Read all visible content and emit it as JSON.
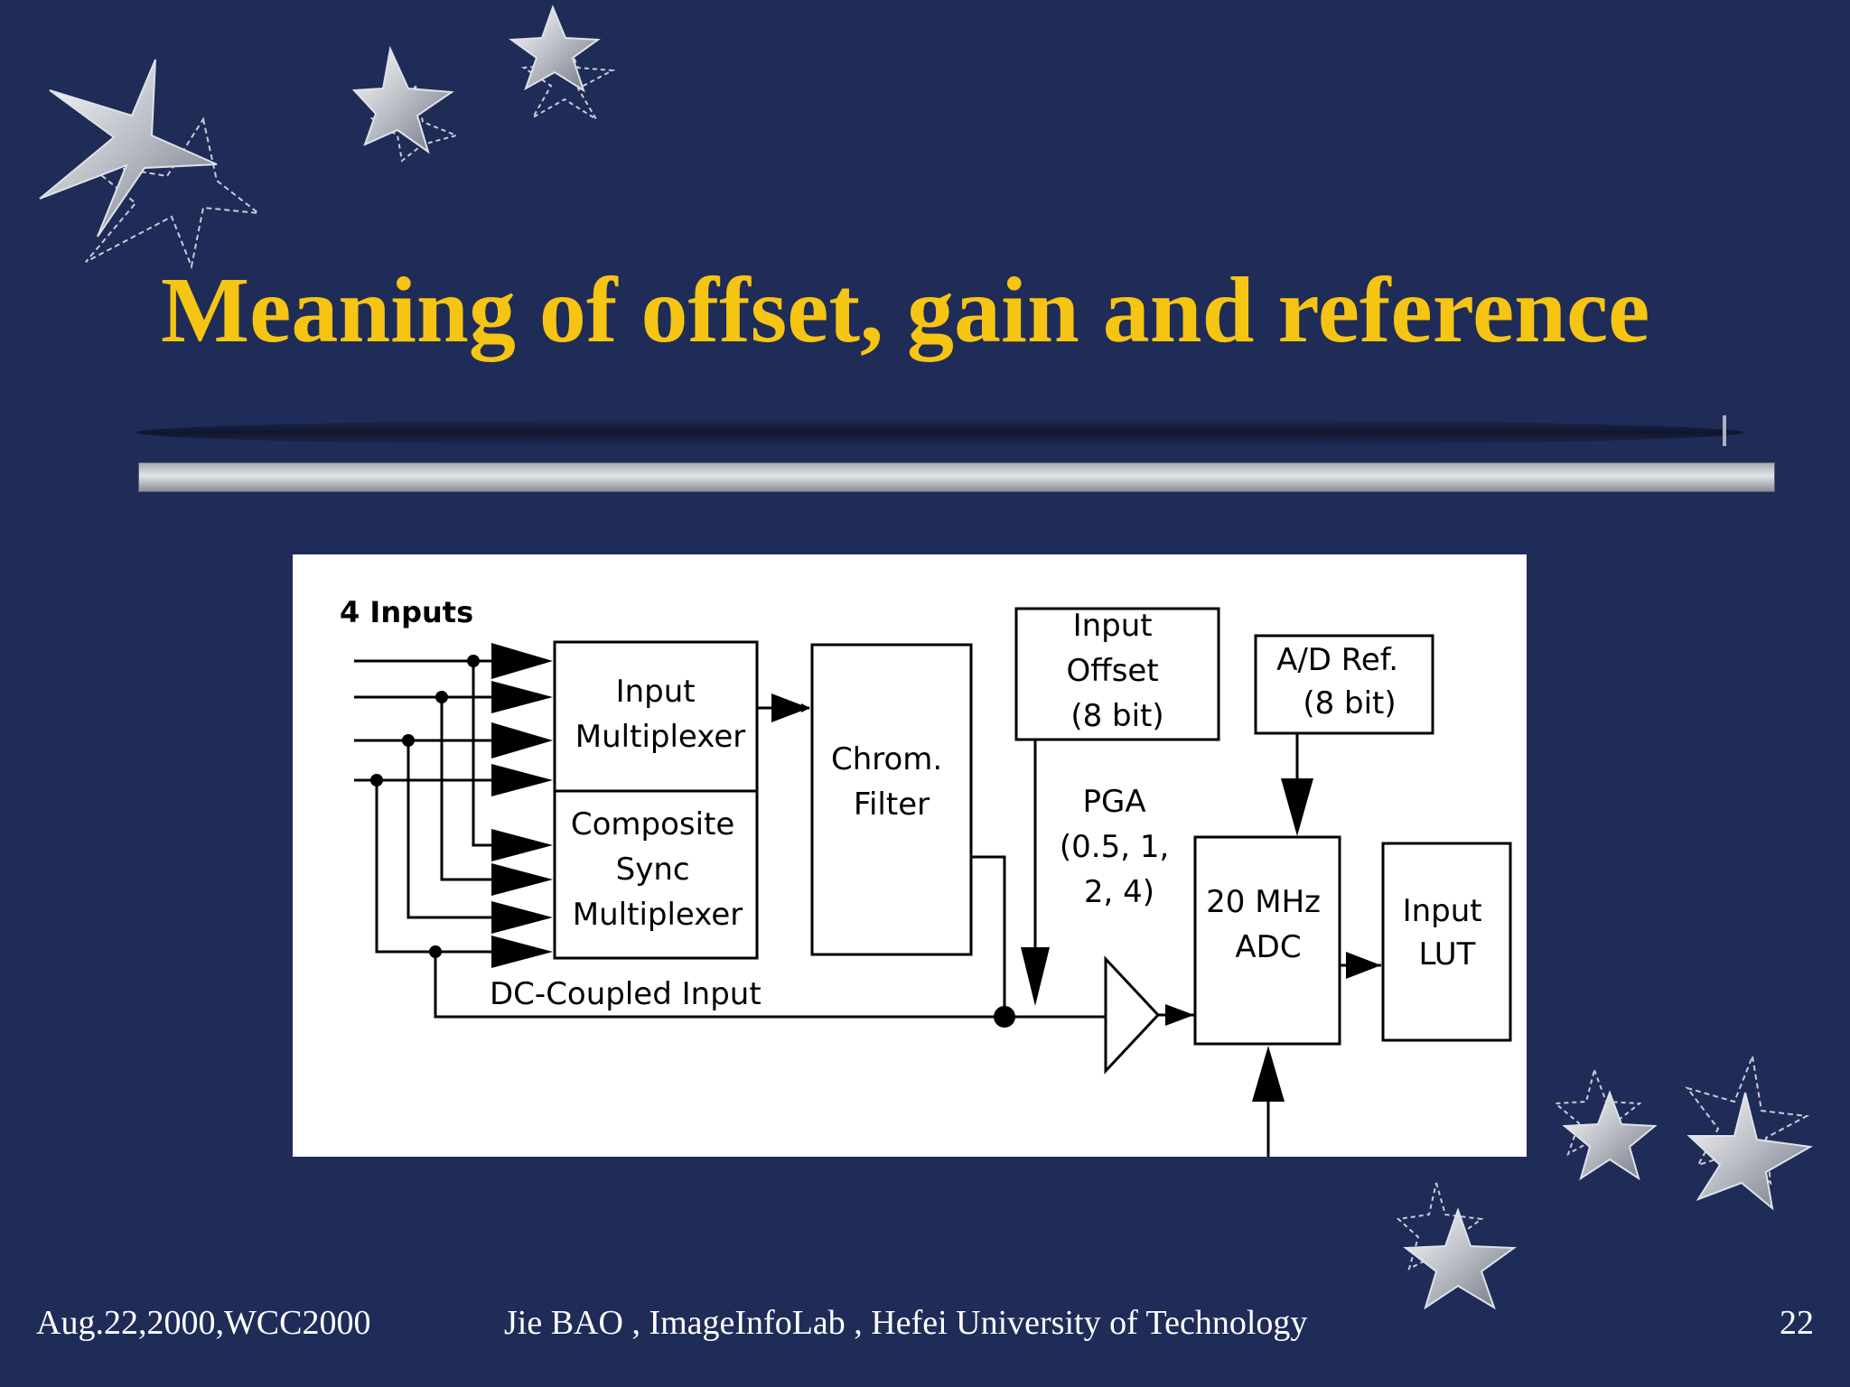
{
  "slide": {
    "title": "Meaning of offset, gain and reference",
    "footer_left": "Aug.22,2000,WCC2000",
    "footer_center": "Jie BAO , ImageInfoLab , Hefei University of Technology",
    "page_number": "22"
  },
  "diagram": {
    "inputs_label": "4 Inputs",
    "input_mux": [
      "Input",
      "Multiplexer"
    ],
    "sync_mux": [
      "Composite",
      "Sync",
      "Multiplexer"
    ],
    "chrom_filter": [
      "Chrom.",
      "Filter"
    ],
    "input_offset": [
      "Input",
      "Offset",
      "(8 bit)"
    ],
    "ad_ref": [
      "A/D Ref.",
      "(8 bit)"
    ],
    "pga": [
      "PGA",
      "(0.5, 1,",
      "2, 4)"
    ],
    "adc": [
      "20 MHz",
      "ADC"
    ],
    "input_lut": [
      "Input",
      "LUT"
    ],
    "dc_coupled": "DC-Coupled Input"
  },
  "colors": {
    "background": "#1f2c58",
    "title": "#f6c514",
    "footer_text": "#ffffff",
    "diagram_background": "#ffffff",
    "diagram_ink": "#000000"
  }
}
